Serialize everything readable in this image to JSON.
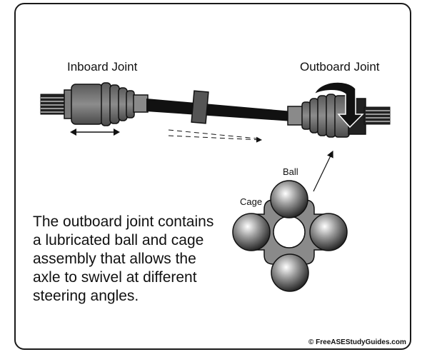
{
  "labels": {
    "inboard": "Inboard Joint",
    "outboard": "Outboard Joint",
    "ball": "Ball",
    "cage": "Cage"
  },
  "description": "The outboard joint contains a lubricated ball and cage assembly that allows the axle to swivel at different steering angles.",
  "credit": "© FreeASEStudyGuides.com",
  "colors": {
    "outline": "#1a1a1a",
    "boot": "#6e6e6e",
    "cage": "#8a8a8a",
    "shaft": "#111111"
  }
}
